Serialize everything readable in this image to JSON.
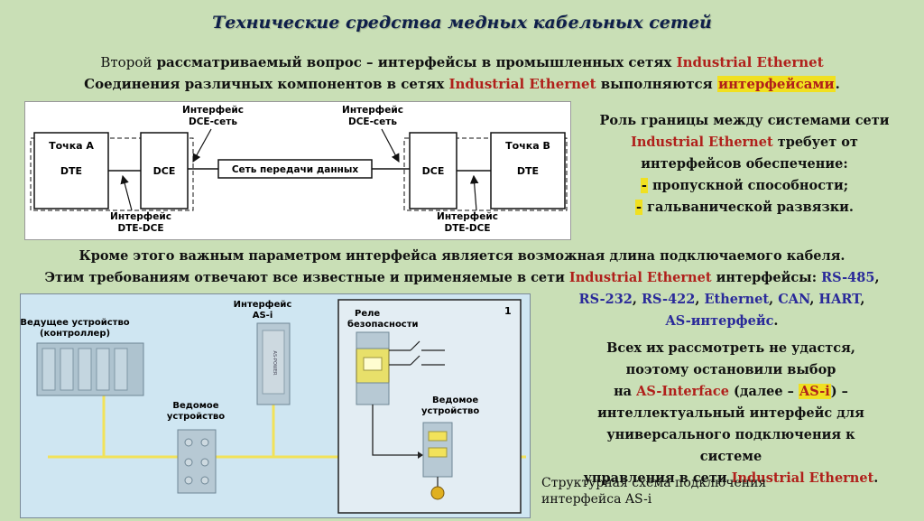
{
  "title": "Технические средства медных кабельных сетей",
  "intro": {
    "l1_a": "Второй",
    "l1_b": " рассматриваемый вопрос – интерфейсы в промышленных сетях ",
    "l1_red": "Industrial Ethernet",
    "l2_a": "Соединения различных компонентов в сетях ",
    "l2_red": "Industrial Ethernet",
    "l2_b": " выполняются ",
    "l2_hl": "интерфейсами",
    "l2_end": "."
  },
  "diagram1": {
    "point_a": "Точка А",
    "dte_a": "DTE",
    "dce_a": "DCE",
    "iface_dce_net_l1": "Интерфейс",
    "iface_dce_net_l2": "DCE-сеть",
    "network": "Сеть передачи данных",
    "iface_dce_net_r1": "Интерфейс",
    "iface_dce_net_r2": "DCE-сеть",
    "dce_b": "DCE",
    "point_b": "Точка В",
    "dte_b": "DTE",
    "iface_dte_dce_l1": "Интерфейс",
    "iface_dte_dce_l2": "DTE-DCE",
    "iface_dte_dce_r1": "Интерфейс",
    "iface_dte_dce_r2": "DTE-DCE"
  },
  "role": {
    "l1": "Роль границы между системами сети",
    "l2_red": "Industrial Ethernet",
    "l2_b": " требует от",
    "l3": "интерфейсов обеспечение:",
    "l4_dash": "-",
    "l4": " пропускной способности;",
    "l5_dash": "-",
    "l5": " гальванической развязки."
  },
  "para3": {
    "l1": "Кроме этого важным параметром интерфейса является возможная длина подключаемого кабеля.",
    "l2_a": "Этим требованиям отвечают все известные и применяемые в сети ",
    "l2_red": "Industrial Ethernet",
    "l2_b": " интерфейсы: ",
    "l2_blue": "RS-485",
    "l2_c": ","
  },
  "para4": {
    "rs232": "RS-232",
    "sep1": ", ",
    "rs422": "RS-422",
    "sep2": ", ",
    "eth_a": "Ethernet",
    "sep3": ", ",
    "can": "CAN",
    "sep4": ", ",
    "hart": "HART",
    "sep5": ",",
    "asi": "AS-интерфейс",
    "end": "."
  },
  "para5": {
    "l1": "Всех их рассмотреть не удастся,",
    "l2": "поэтому остановили выбор",
    "l3_a": "на ",
    "l3_red": "AS-Interface",
    "l3_b": " (далее – ",
    "l3_hl": "AS-i",
    "l3_c": ") –",
    "l4": "интеллектуальный интерфейс для",
    "l5": "универсального подключения к системе",
    "l6_a": "управления в сети ",
    "l6_red": "Industrial Ethernet",
    "l6_b": "."
  },
  "diagram2": {
    "master_l1": "Ведущее устройство",
    "master_l2": "(контроллер)",
    "iface_l1": "Интерфейс",
    "iface_l2": "AS-i",
    "relay_l1": "Реле",
    "relay_l2": "безопасности",
    "number": "1",
    "slave1_l1": "Ведомое",
    "slave1_l2": "устройство",
    "slave2_l1": "Ведомое",
    "slave2_l2": "устройство",
    "module_text": "AS-POWER"
  },
  "caption": {
    "l1": "Структурная схема подключения",
    "l2": "интерфейса AS-i"
  },
  "colors": {
    "background": "#c9dfb6",
    "accent_red": "#b0201b",
    "accent_blue": "#2a2a9a",
    "highlight": "#f0e020",
    "bus_yellow": "#f2e25a"
  }
}
